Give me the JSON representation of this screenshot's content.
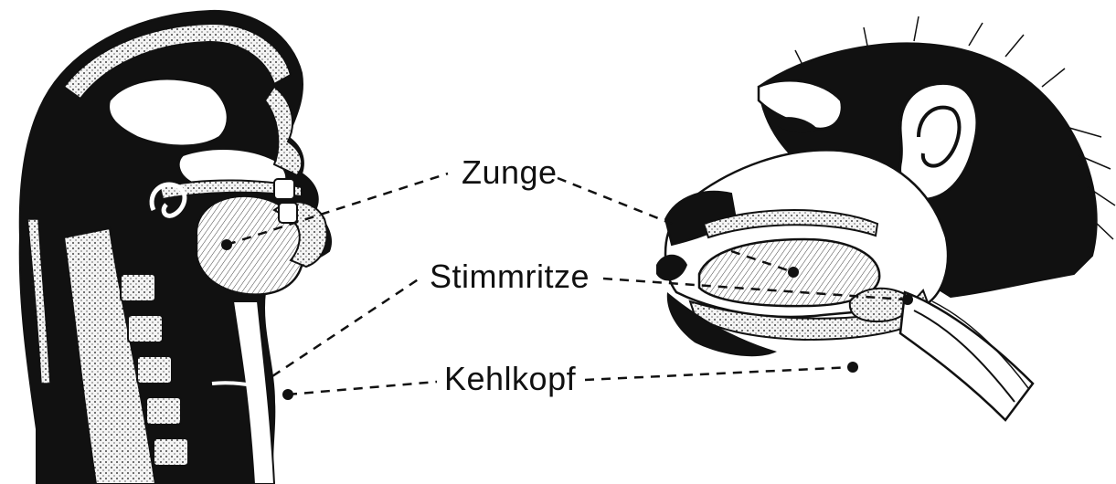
{
  "labels": {
    "tongue": "Zunge",
    "glottis": "Stimmritze",
    "larynx": "Kehlkopf"
  },
  "colors": {
    "ink": "#111111",
    "paper": "#ffffff",
    "bone": "#f4f4f4"
  },
  "illustrations": {
    "left": "human-head-sagittal-section",
    "right": "chimpanzee-head-sagittal-section"
  }
}
